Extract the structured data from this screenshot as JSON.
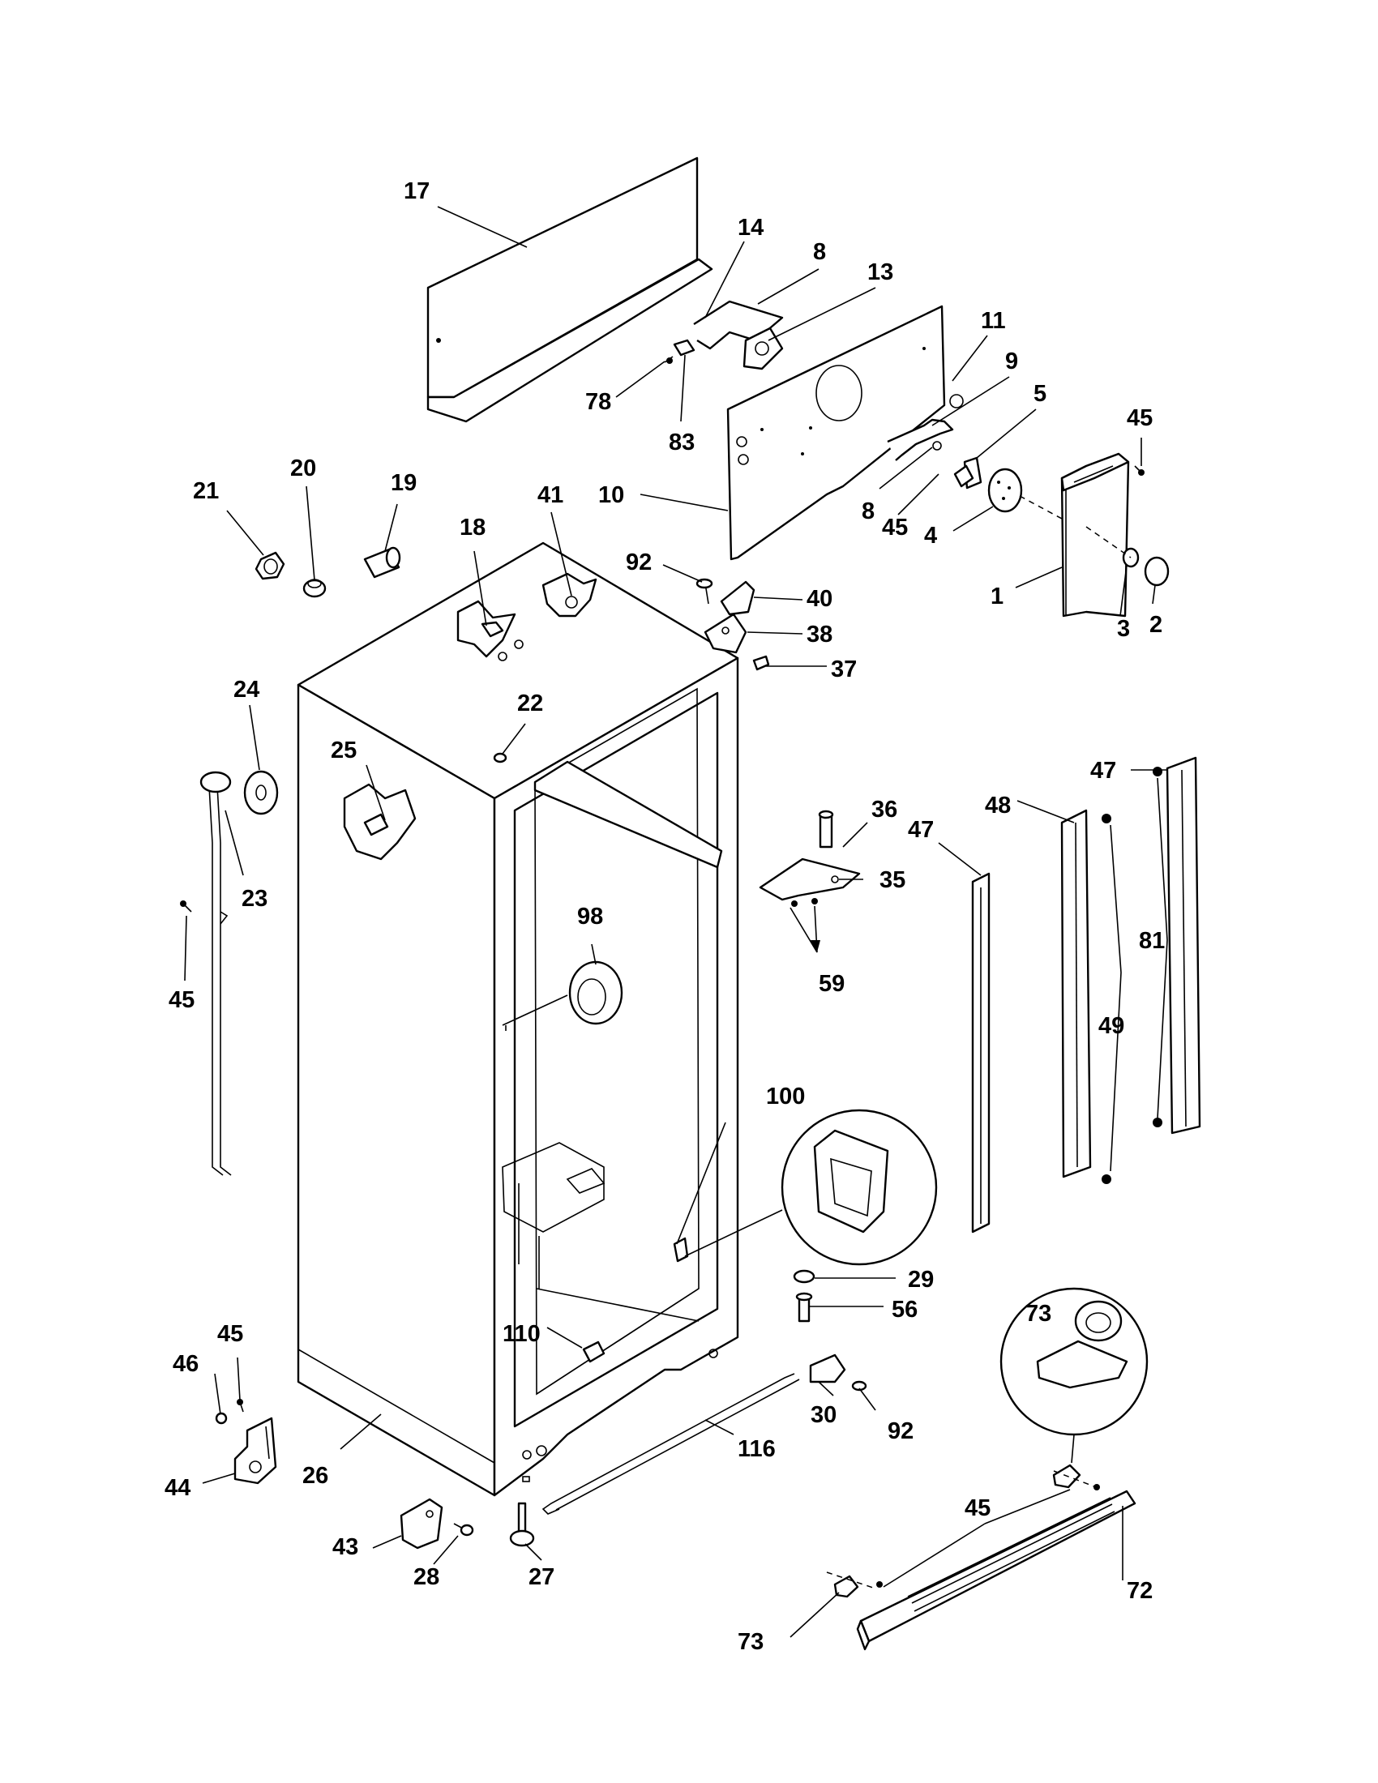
{
  "diagram": {
    "callouts": [
      "17",
      "14",
      "8",
      "13",
      "11",
      "9",
      "5",
      "45",
      "78",
      "83",
      "10",
      "8",
      "45",
      "4",
      "1",
      "3",
      "2",
      "21",
      "20",
      "19",
      "18",
      "41",
      "92",
      "40",
      "38",
      "37",
      "24",
      "25",
      "22",
      "23",
      "45",
      "98",
      "36",
      "35",
      "59",
      "47",
      "48",
      "47",
      "81",
      "49",
      "100",
      "29",
      "56",
      "45",
      "46",
      "73",
      "110",
      "30",
      "92",
      "116",
      "26",
      "44",
      "43",
      "28",
      "27",
      "45",
      "72",
      "73"
    ]
  }
}
